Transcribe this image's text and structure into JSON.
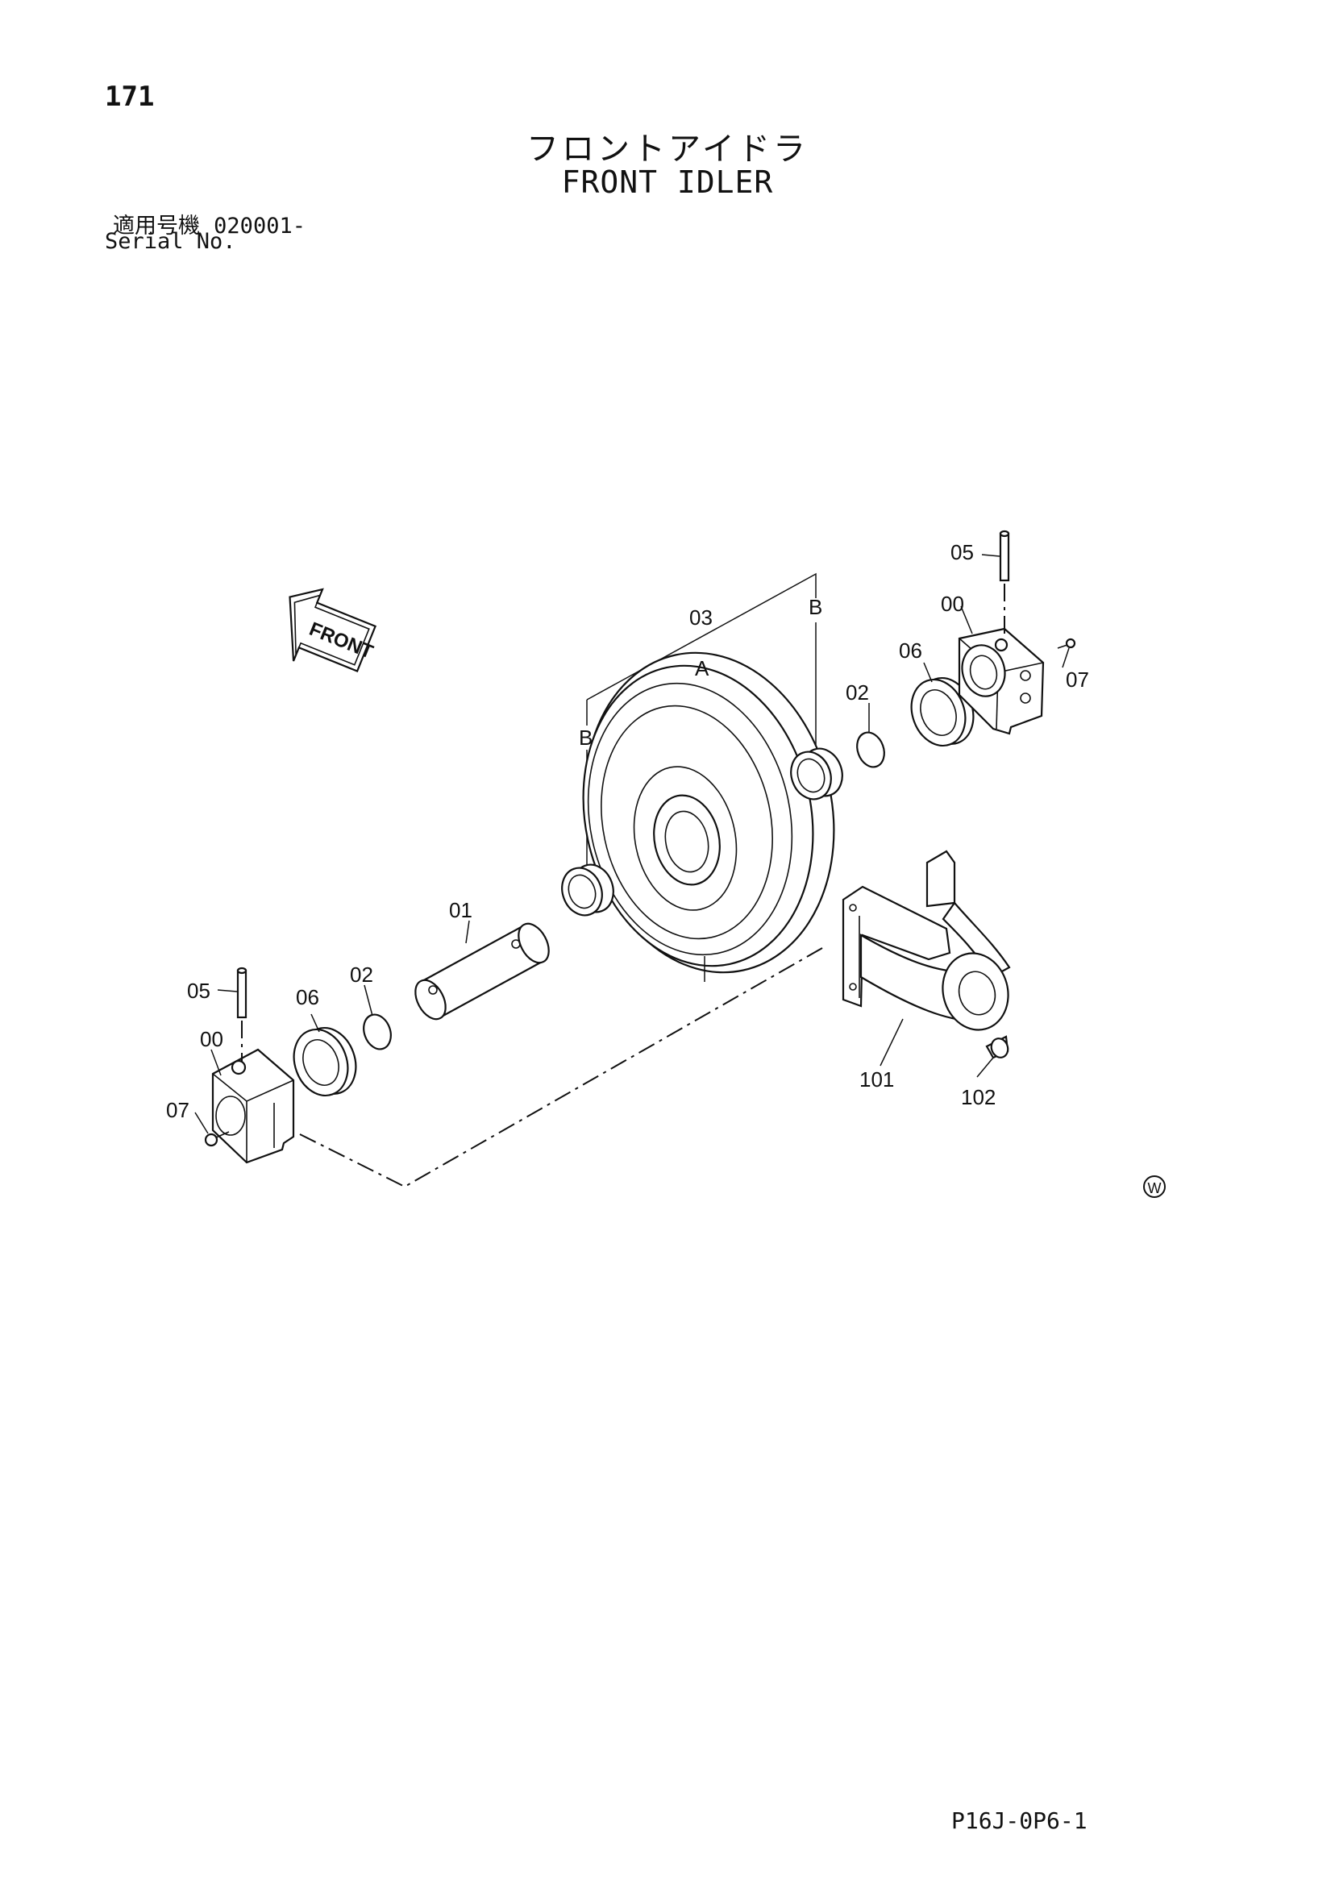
{
  "page_number": "171",
  "title_ja": "フロントアイドラ",
  "title_en": "FRONT IDLER",
  "serial_label_ja": "適用号機",
  "serial_value": "020001-",
  "serial_label_en": "Serial No.",
  "front_arrow_label": "FRONT",
  "callouts": {
    "c01": "01",
    "c02_left": "02",
    "c02_right": "02",
    "c03": "03",
    "c05_left": "05",
    "c05_right": "05",
    "c06_left": "06",
    "c06_right": "06",
    "c00_left": "00",
    "c00_right": "00",
    "c07_left": "07",
    "c07_right": "07",
    "c101": "101",
    "c102": "102",
    "ref_a": "A",
    "ref_b_left": "B",
    "ref_b_right": "B"
  },
  "corner_mark": "W",
  "drawing_code": "P16J-0P6-1"
}
